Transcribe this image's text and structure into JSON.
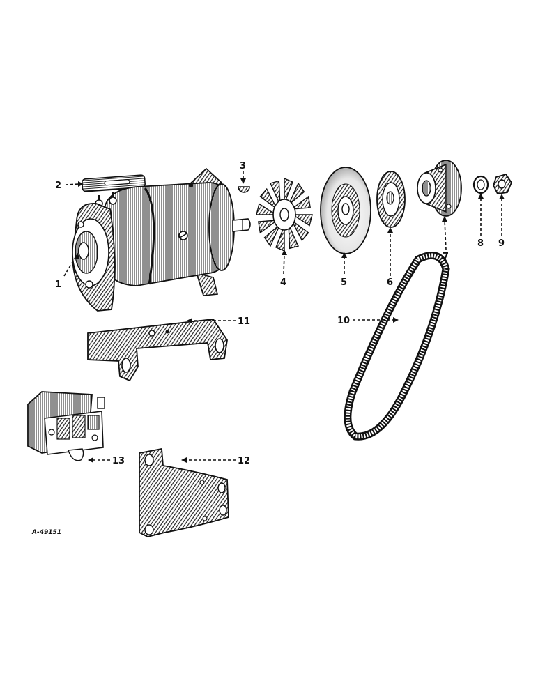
{
  "figure_id": "A-49151",
  "callouts": [
    "1",
    "2",
    "3",
    "4",
    "5",
    "6",
    "7",
    "8",
    "9",
    "10",
    "11",
    "12",
    "13"
  ],
  "parts": [
    {
      "number": "1",
      "icon": "generator-icon"
    },
    {
      "number": "2",
      "icon": "strap-icon"
    },
    {
      "number": "3",
      "icon": "woodruff-key-icon"
    },
    {
      "number": "4",
      "icon": "fan-icon"
    },
    {
      "number": "5",
      "icon": "pulley-disc-icon"
    },
    {
      "number": "6",
      "icon": "pulley-half-icon"
    },
    {
      "number": "7",
      "icon": "pulley-hub-icon"
    },
    {
      "number": "8",
      "icon": "lock-washer-icon"
    },
    {
      "number": "9",
      "icon": "nut-icon"
    },
    {
      "number": "10",
      "icon": "v-belt-icon"
    },
    {
      "number": "11",
      "icon": "u-bracket-icon"
    },
    {
      "number": "12",
      "icon": "l-bracket-icon"
    },
    {
      "number": "13",
      "icon": "regulator-icon"
    }
  ]
}
